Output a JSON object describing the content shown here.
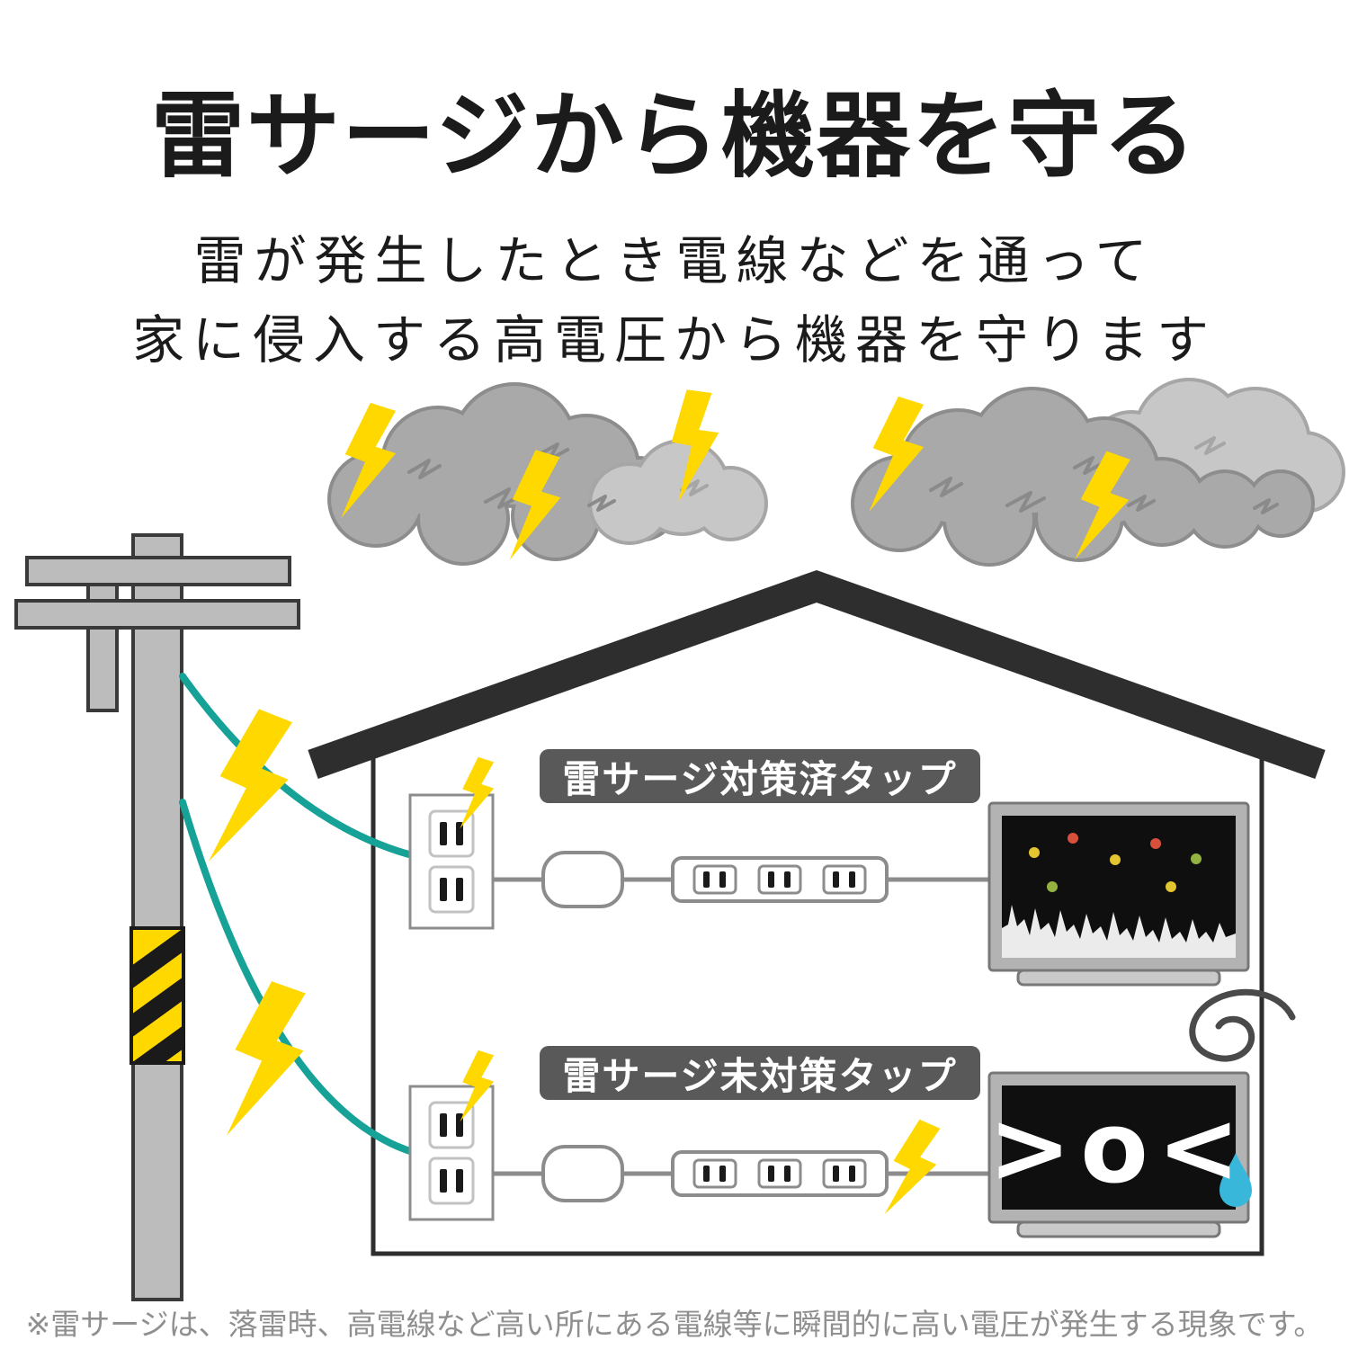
{
  "title": "雷サージから機器を守る",
  "subtitle": {
    "line1": "雷が発生したとき電線などを通って",
    "line2": "家に侵入する高電圧から機器を守ります"
  },
  "diagram": {
    "protected_tap_label": "雷サージ対策済タップ",
    "unprotected_tap_label": "雷サージ未対策タップ",
    "damaged_tv_face": ">o<"
  },
  "footnote": "※雷サージは、落雷時、高電線など高い所にある電線等に瞬間的に高い電圧が発生する現象です。",
  "colors": {
    "lightning_yellow": "#FFD800",
    "wire_teal": "#17A297",
    "cloud_gray": "#A9A9A9",
    "cloud_gray_light": "#C7C7C7",
    "label_bg_gray": "#595959",
    "roof_black": "#2E2E2E",
    "tear_cyan": "#38B7DA"
  },
  "icons": {
    "lightning_bolt": "zigzag-bolt",
    "storm_cloud": "puffy-cloud",
    "dizzy_squiggle": "spiral-scribble",
    "teardrop": "water-drop"
  }
}
